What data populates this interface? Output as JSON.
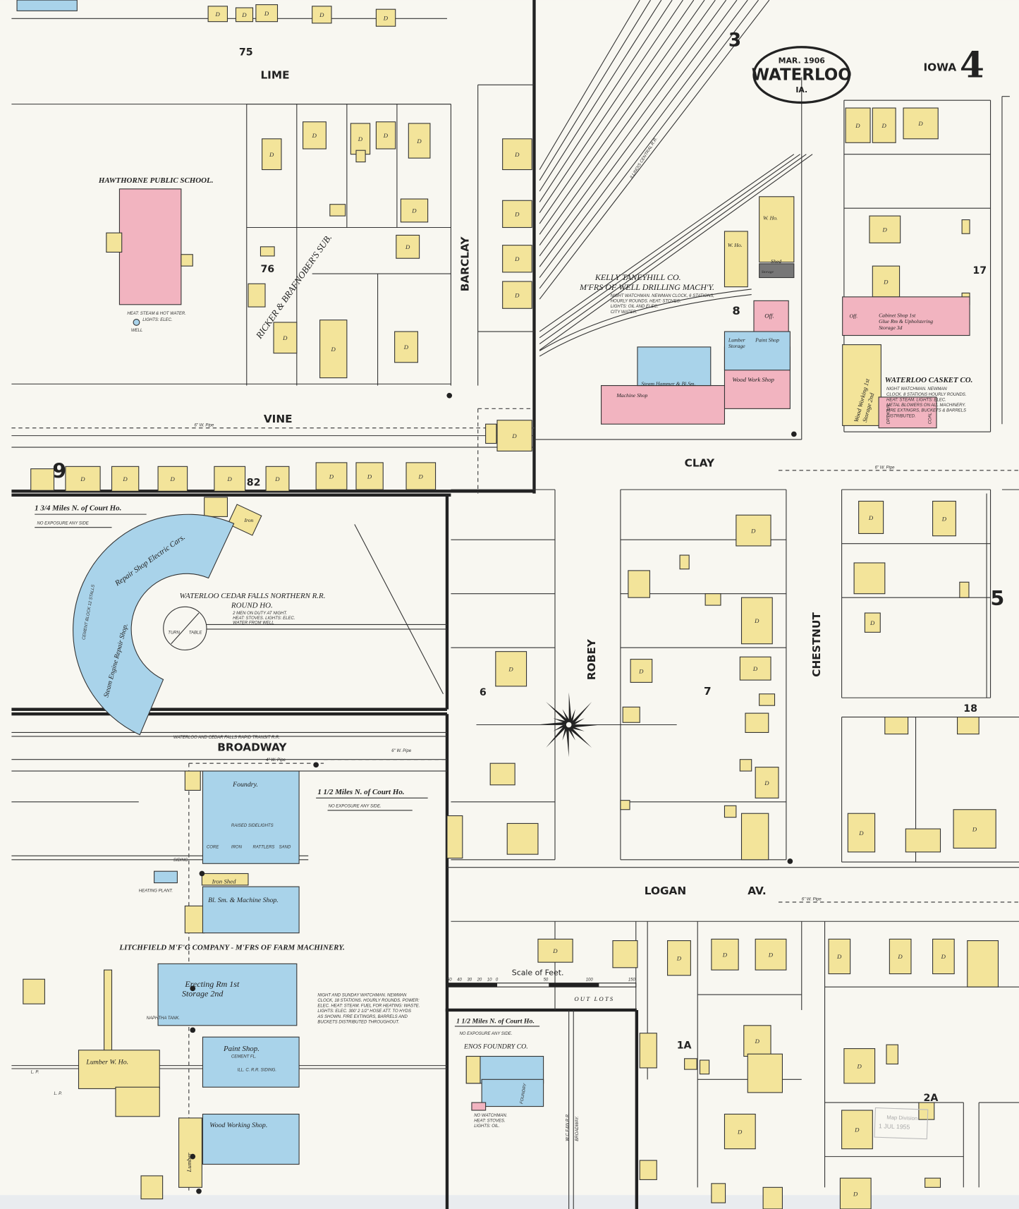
{
  "header": {
    "date": "MAR. 1906",
    "city": "WATERLOO",
    "state": "IA.",
    "state_name": "IOWA",
    "sheet_number": "4",
    "dwelling_mark": "D"
  },
  "streets": {
    "lime": "LIME",
    "vine": "VINE",
    "barclay": "BARCLAY",
    "clay": "CLAY",
    "robey": "ROBEY",
    "chestnut": "CHESTNUT",
    "logan": "LOGAN",
    "logan_av": "AV.",
    "broadway": "BROADWAY",
    "broadway_lower": "BROADWAY.",
    "ric_sub": "RICKER & BRAFNOBER'S SUB."
  },
  "blocks": [
    "75",
    "76",
    "9",
    "82",
    "3",
    "17",
    "8",
    "5",
    "18",
    "6",
    "7",
    "1A",
    "2A"
  ],
  "railroads": {
    "illinois_central": "ILLINOIS CENTRAL R.R.",
    "rapid_transit": "WATERLOO AND CEDAR FALLS RAPID TRANSIT R.R.",
    "ill_c_siding": "ILL. C. R.R. SIDING.",
    "siding": "SIDING",
    "wcf": "W.C.F.&N.R.R."
  },
  "pipes": {
    "vine_pipe": "6\" W. Pipe",
    "clay_pipe": "6\" W. Pipe",
    "logan_pipe": "6\" W. Pipe",
    "broadway_pipe": "6\" W. Pipe",
    "broadway_pipe2": "4\" W. Pipe"
  },
  "school": {
    "name": "HAWTHORNE PUBLIC SCHOOL.",
    "note1": "HEAT: STEAM & HOT WATER.",
    "note2": "LIGHTS: ELEC.",
    "well": "WELL"
  },
  "kelly": {
    "name": "KELLY TANEYHILL CO.",
    "desc": "M'FRS OF WELL DRILLING MACH'Y.",
    "notes": [
      "NIGHT WATCHMAN. NEWMAN CLOCK, 6 STATIONS,",
      "HOURLY ROUNDS. HEAT: STOVES.",
      "LIGHTS: OIL AND ELEC.",
      "CITY WATER."
    ],
    "buildings": {
      "w_ho": "W. Ho.",
      "shed": "Shed",
      "storage": "Storage",
      "off": "Off.",
      "lumber": "Lumber",
      "lumber2": "Storage",
      "paint": "Paint Shop",
      "steam": "Steam Hammer & Bl.Sm.",
      "wood": "Wood Work Shop",
      "machine": "Machine Shop"
    }
  },
  "casket": {
    "name": "WATERLOO CASKET CO.",
    "notes": [
      "NIGHT WATCHMAN. NEWMAN",
      "CLOCK. 8 STATIONS HOURLY ROUNDS.",
      "HEAT: STEAM. LIGHTS: ELEC.",
      "METAL BLOWERS ON ALL MACHINERY.",
      "FIRE EXTINGRS, BUCKETS & BARRELS",
      "DISTRIBUTED."
    ],
    "cabinet1": "Cabinet Shop 1st",
    "cabinet2": "Glue Rm & Upholstering",
    "cabinet3": "Storage 3d",
    "off": "Off.",
    "wood1": "Wood Working 1st",
    "wood2": "Storage 2nd",
    "dry": "DRY KILN",
    "coal": "COAL"
  },
  "roundhouse": {
    "distance": "1 3/4 Miles N. of Court Ho.",
    "exposure": "NO EXPOSURE ANY SIDE",
    "name1": "WATERLOO CEDAR FALLS NORTHERN R.R.",
    "name2": "ROUND HO.",
    "notes": [
      "2 MEN ON DUTY AT NIGHT.",
      "HEAT: STOVES. LIGHTS: ELEC.",
      "WATER FROM WELL"
    ],
    "repair": "Repair Shop Electric Cars.",
    "steam": "Steam Engine Repair Shop.",
    "cement": "CEMENT BLOCK 12 STALLS",
    "turn": "TURN",
    "table": "TABLE",
    "iron": "Iron"
  },
  "litchfield": {
    "distance": "1 1/2 Miles N. of Court Ho.",
    "exposure": "NO EXPOSURE ANY SIDE.",
    "name": "LITCHFIELD M'F'G COMPANY - M'FRS OF FARM MACHINERY.",
    "notes": [
      "NIGHT AND SUNDAY WATCHMAN. NEWMAN",
      "CLOCK, 18 STATIONS. HOURLY ROUNDS. POWER:",
      "ELEC. HEAT: STEAM. FUEL FOR HEATING: WASTE.",
      "LIGHTS: ELEC. 300' 2 1/2\" HOSE ATT. TO HYDS",
      "AS SHOWN. FIRE EXTINGRS, BARRELS AND",
      "BUCKETS DISTRIBUTED THROUGHOUT."
    ],
    "foundry": "Foundry.",
    "core": "CORE",
    "ironl": "IRON",
    "rattlers": "RATTLERS",
    "sand": "SAND",
    "raised": "RAISED SIDELIGHTS",
    "iron_shed": "Iron Shed",
    "blsm": "Bl. Sm. & Machine Shop.",
    "erecting1": "Erecting Rm 1st",
    "erecting2": "Storage 2nd",
    "paint": "Paint Shop.",
    "cement": "CEMENT FL.",
    "wood": "Wood Working Shop.",
    "lumber_who": "Lumber W. Ho.",
    "lumber": "Lumber",
    "heating": "HEATING PLANT.",
    "lp": "L. P.",
    "naphtha": "NAPHTHA TANK."
  },
  "enos": {
    "distance": "1 1/2 Miles N. of Court Ho.",
    "exposure": "NO EXPOSURE ANY SIDE.",
    "name": "ENOS FOUNDRY CO.",
    "notes": [
      "NO WATCHMAN.",
      "HEAT: STOVES.",
      "LIGHTS: OIL."
    ],
    "foundry": "FOUNDRY"
  },
  "scale": {
    "title": "Scale of Feet.",
    "ticks": [
      "50",
      "40",
      "30",
      "20",
      "10",
      "0",
      "50",
      "100",
      "150"
    ]
  },
  "out_lots": "O U T   L O T S",
  "stamp": [
    "Map Division",
    "1 JUL 1955"
  ],
  "colors": {
    "paper": "#f8f7f1",
    "frame_brick": "#f2b4c0",
    "brick_veneer": "#f2b4c0",
    "frame": "#f3e49a",
    "iron": "#a9d3ea",
    "line": "#2a2a2a"
  }
}
